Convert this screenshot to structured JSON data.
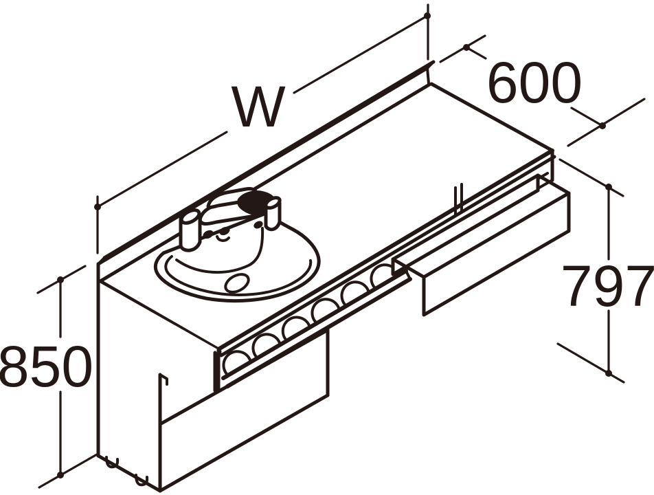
{
  "figure": {
    "title": "vanity-counter-isometric-drawing",
    "dimensions": {
      "width_label": "W",
      "depth_label": "600",
      "height_left_label": "850",
      "height_right_label": "797"
    },
    "colors": {
      "line": "#231815",
      "background": "#ffffff"
    }
  }
}
